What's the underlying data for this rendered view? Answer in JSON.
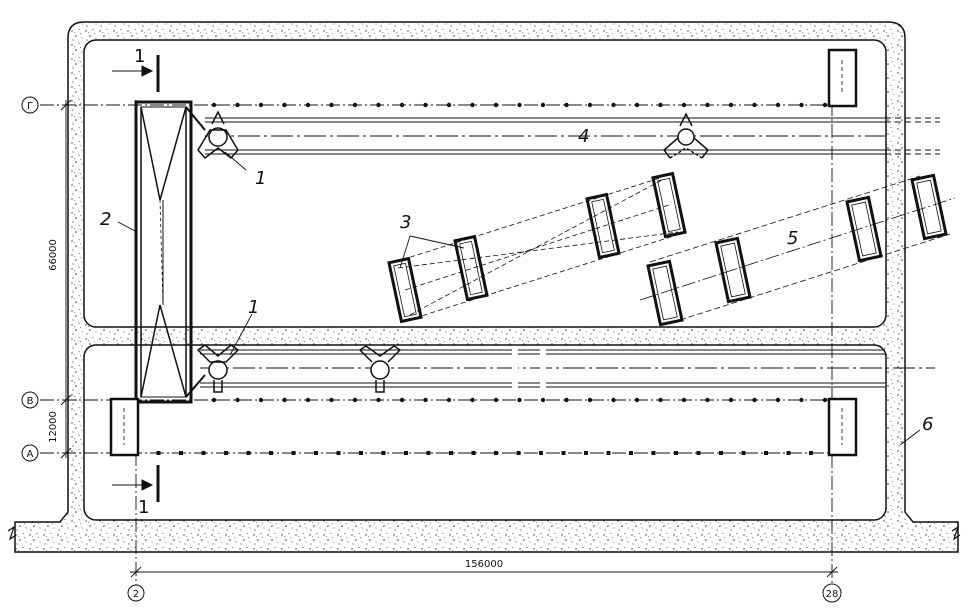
{
  "axes": {
    "row_g": "Г",
    "row_v": "В",
    "row_a": "А",
    "col_2": "2",
    "col_28": "28"
  },
  "dimensions": {
    "overall_width": "156000",
    "upper_span": "66000",
    "lower_span": "12000"
  },
  "section": {
    "top_label": "1",
    "bottom_label": "1"
  },
  "callouts": {
    "c1_top": "1",
    "c1_bottom": "1",
    "c2": "2",
    "c3": "3",
    "c4": "4",
    "c5": "5",
    "c6": "6"
  },
  "colors": {
    "line": "#111111",
    "paper": "#ffffff",
    "concrete_speckle": "#333333"
  }
}
